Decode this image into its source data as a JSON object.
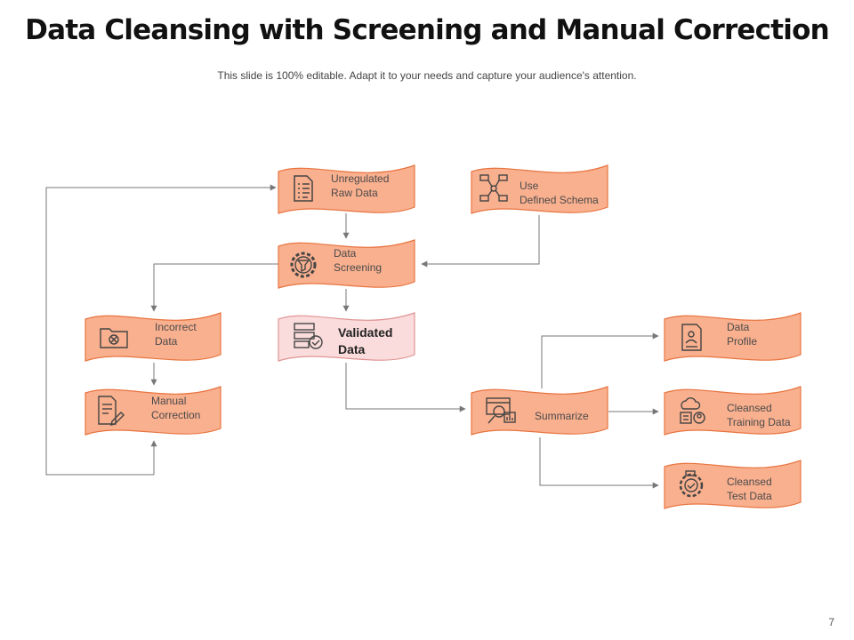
{
  "title": "Data Cleansing with Screening and Manual Correction",
  "subtitle": "This slide is 100% editable. Adapt it to your needs and capture your audience's attention.",
  "page_number": "7",
  "colors": {
    "node_fill": "#f9b08f",
    "node_stroke": "#e8743f",
    "highlight_fill": "#fbdcdc",
    "highlight_stroke": "#e09494",
    "connector": "#777777",
    "icon": "#444444"
  },
  "nodes": {
    "raw": {
      "line1": "Unregulated",
      "line2": "Raw Data",
      "icon": "list-document-icon"
    },
    "schema": {
      "line1": "Use",
      "line2": "Defined  Schema",
      "icon": "network-schema-icon"
    },
    "screening": {
      "line1": "Data",
      "line2": "Screening",
      "icon": "gear-filter-icon"
    },
    "incorrect": {
      "line1": "Incorrect",
      "line2": "Data",
      "icon": "folder-error-icon"
    },
    "validated": {
      "line1": "Validated",
      "line2": "Data",
      "icon": "database-check-icon"
    },
    "manual": {
      "line1": "Manual",
      "line2": "Correction",
      "icon": "document-edit-icon"
    },
    "summarize": {
      "line1": "Summarize",
      "icon": "analytics-magnifier-icon"
    },
    "profile": {
      "line1": "Data",
      "line2": "Profile",
      "icon": "profile-document-icon"
    },
    "training": {
      "line1": "Cleansed",
      "line2": "Training  Data",
      "icon": "cloud-data-user-icon"
    },
    "test": {
      "line1": "Cleansed",
      "line2": "Test Data",
      "icon": "test-badge-icon"
    }
  }
}
